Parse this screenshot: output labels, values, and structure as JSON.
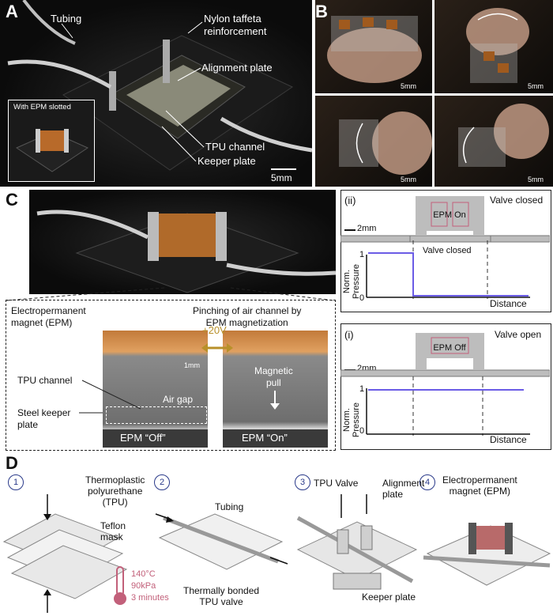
{
  "panels": {
    "A": {
      "letter": "A",
      "labels": {
        "tubing": "Tubing",
        "nylon": "Nylon taffeta\nreinforcement",
        "alignment": "Alignment plate",
        "tpu_channel": "TPU channel",
        "keeper": "Keeper plate",
        "inset": "With EPM slotted",
        "scale": "5mm"
      }
    },
    "B": {
      "letter": "B",
      "scales": [
        "5mm",
        "5mm",
        "5mm",
        "5mm"
      ]
    },
    "C": {
      "letter": "C",
      "zoom": {
        "epm": "Electropermanent\nmagnet (EPM)",
        "pinching": "Pinching of air channel by\nEPM magnetization",
        "voltage": "+20V",
        "scale": "1mm",
        "tpu_channel": "TPU channel",
        "air_gap": "Air gap",
        "steel_keeper": "Steel keeper\nplate",
        "magnetic_pull": "Magnetic\npull",
        "epm_off": "EPM “Off”",
        "epm_on": "EPM “On”"
      },
      "ii": {
        "tag": "(ii)",
        "title": "Valve closed",
        "scale": "2mm",
        "epm_state": "EPM On",
        "subtitle": "Valve closed",
        "ylabel": "Norm.\nPressure",
        "xlabel": "Distance",
        "y1": "1",
        "y0": "0"
      },
      "i": {
        "tag": "(i)",
        "title": "Valve open",
        "scale": "2mm",
        "epm_state": "EPM Off",
        "ylabel": "Norm.\nPressure",
        "xlabel": "Distance",
        "y1": "1",
        "y0": "0"
      }
    },
    "D": {
      "letter": "D",
      "steps": [
        "1",
        "2",
        "3",
        "4"
      ],
      "s1": {
        "tpu": "Thermoplastic\npolyurethane\n(TPU)",
        "teflon": "Teflon\nmask",
        "temp": "140°C",
        "pressure": "90kPa",
        "time": "3 minutes"
      },
      "s2": {
        "tubing": "Tubing",
        "bonded": "Thermally bonded\nTPU valve"
      },
      "s3": {
        "tpu_valve": "TPU Valve",
        "alignment": "Alignment\nplate",
        "keeper": "Keeper plate"
      },
      "s4": {
        "epm": "Electropermanent\nmagnet (EPM)"
      }
    }
  },
  "colors": {
    "trace": "#6b5ce6",
    "magnet_arrow": "#c2607a",
    "thermo": "#c2607a",
    "voltage": "#b8902a",
    "step": "#2a3a8a"
  }
}
